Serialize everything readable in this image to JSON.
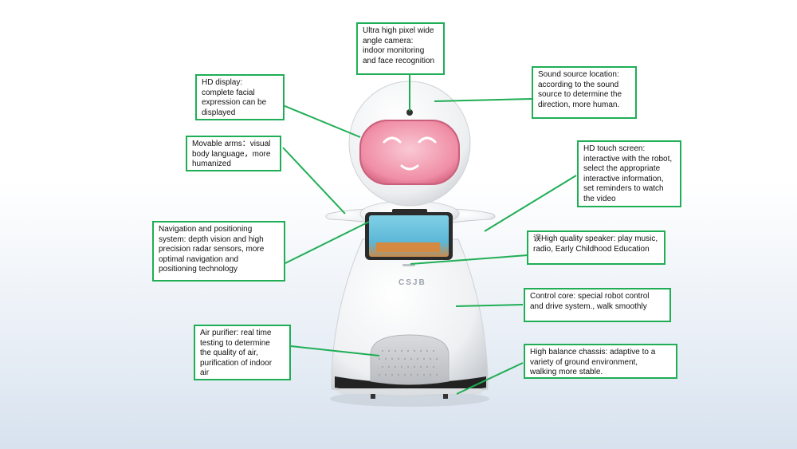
{
  "callouts": {
    "camera": "Ultra high pixel wide\nangle camera:\nindoor monitoring\nand face recognition",
    "sound": "Sound source location:\naccording to the sound\nsource to determine the\ndirection, more human.",
    "hd_display": "HD display:\ncomplete facial\nexpression can be\ndisplayed",
    "arms": "Movable arms：visual\nbody language，more\nhumanized",
    "touch": "HD touch screen:\ninteractive with the robot,\nselect the appropriate\ninteractive information,\nset reminders to watch\nthe video",
    "navigation": "Navigation and positioning\nsystem: depth vision and high\nprecision radar sensors, more\noptimal navigation and\npositioning technology",
    "speaker": "误High quality speaker: play music,\nradio, Early Childhood Education",
    "control": "Control core: special robot control\nand drive system., walk smoothly",
    "air": "Air purifier: real time\ntesting to determine\nthe quality of air,\npurification of indoor\nair",
    "chassis": "High balance chassis: adaptive to a\nvariety of ground environment,\nwalking more stable."
  },
  "robot": {
    "logo": "CSJB"
  },
  "colors": {
    "accent_green": "#1fae55",
    "face_pink": "#f3a6b8",
    "body_white": "#f7f7f7"
  }
}
